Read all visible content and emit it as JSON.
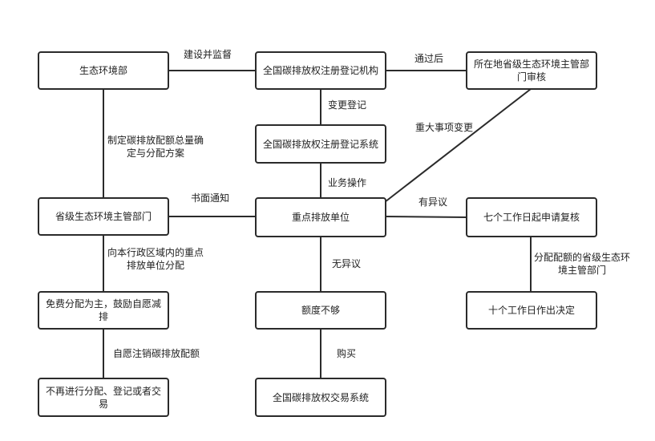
{
  "nodes": {
    "eco_ministry": "生态环境部",
    "registry_org": "全国碳排放权注册登记机构",
    "prov_dept_audit": "所在地省级生态环境主管部门审核",
    "registry_system": "全国碳排放权注册登记系统",
    "prov_dept": "省级生态环境主管部门",
    "key_unit": "重点排放单位",
    "review_7days": "七个工作日起申请复核",
    "free_alloc": "免费分配为主，鼓励自愿减排",
    "quota_short": "额度不够",
    "decision_10days": "十个工作日作出决定",
    "no_alloc": "不再进行分配、登记或者交易",
    "trading_system": "全国碳排放权交易系统"
  },
  "edges": {
    "build_supervise": "建设并监督",
    "after_pass": "通过后",
    "change_register": "变更登记",
    "major_change": "重大事项变更",
    "quota_plan": "制定碳排放配额总量确定与分配方案",
    "written_notice": "书面通知",
    "business_op": "业务操作",
    "objection": "有异议",
    "distribute_units": "向本行政区域内的重点排放单位分配",
    "no_objection": "无异议",
    "alloc_dept": "分配配额的省级生态环境主管部门",
    "voluntary_cancel": "自愿注销碳排放配额",
    "purchase": "购买"
  }
}
